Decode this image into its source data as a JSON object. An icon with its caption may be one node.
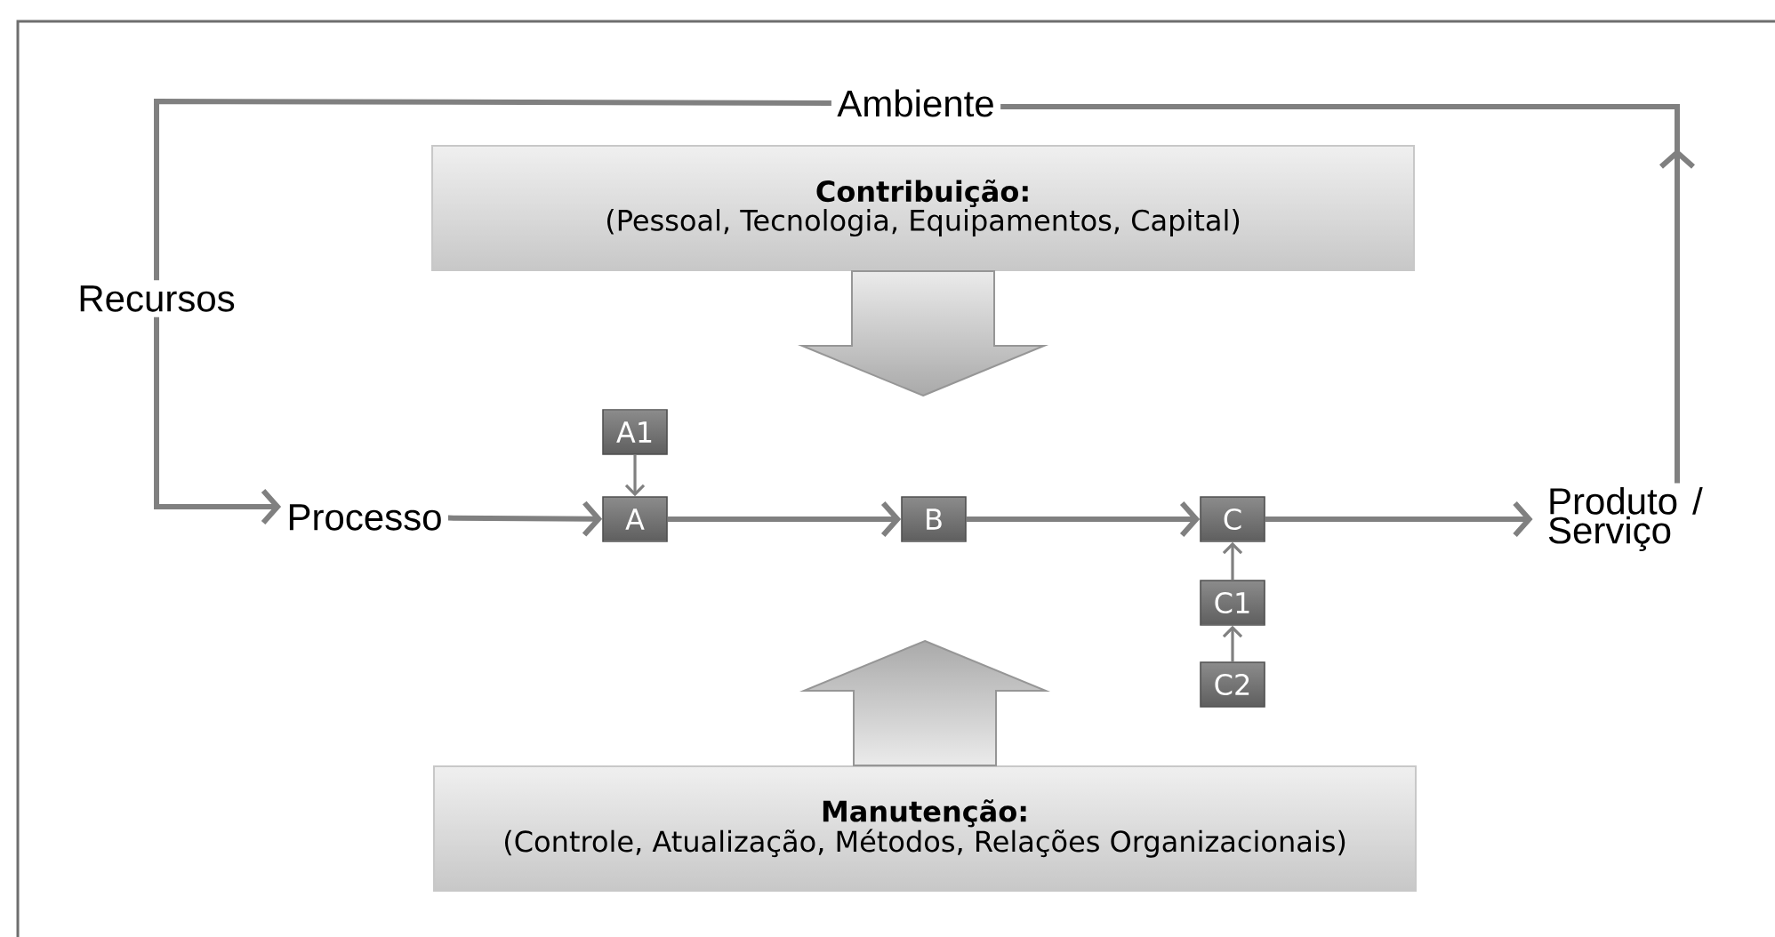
{
  "diagram": {
    "nodes": [
      {
        "text": [
          "Ambiente"
        ]
      },
      {
        "text": [
          "Contribuição:",
          "(Pessoal, Tecnologia, Equipamentos, Capital)"
        ]
      },
      {
        "text": [
          "Processo"
        ]
      },
      {
        "text": [
          "A1"
        ]
      },
      {
        "text": [
          "A"
        ]
      },
      {
        "text": [
          "B"
        ]
      },
      {
        "text": [
          "C"
        ]
      },
      {
        "text": [
          "C1"
        ]
      },
      {
        "text": [
          "C2"
        ]
      },
      {
        "text": [
          "Produto / Serviço"
        ]
      },
      {
        "text": [
          "Manutenção:",
          "(Controle, Atualização, Métodos, Relações Organizacionais)"
        ]
      }
    ],
    "edges": [
      {
        "from": 0,
        "to": 2,
        "arrow": "to",
        "label": "Recursos"
      },
      {
        "from": 2,
        "to": 4,
        "arrow": "to"
      },
      {
        "from": 3,
        "to": 4,
        "arrow": "to"
      },
      {
        "from": 4,
        "to": 5,
        "arrow": "to"
      },
      {
        "from": 5,
        "to": 6,
        "arrow": "to"
      },
      {
        "from": 7,
        "to": 6,
        "arrow": "to"
      },
      {
        "from": 8,
        "to": 7,
        "arrow": "to"
      },
      {
        "from": 6,
        "to": 9,
        "arrow": "to"
      },
      {
        "from": 9,
        "to": 0,
        "arrow": "to"
      }
    ]
  }
}
